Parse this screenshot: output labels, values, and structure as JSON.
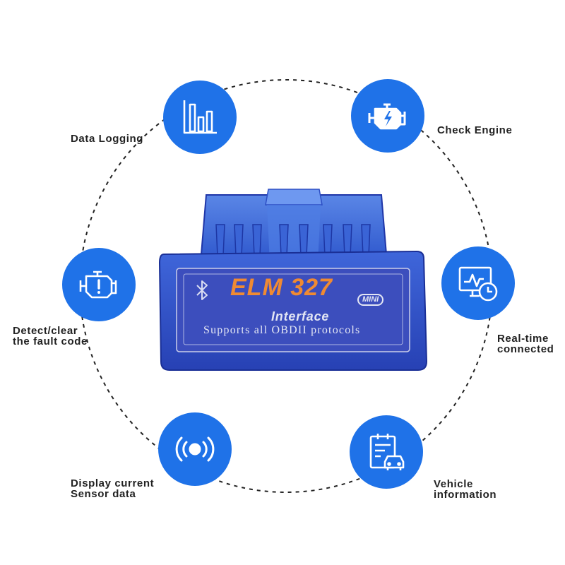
{
  "colors": {
    "icon_blue": "#1f72e8",
    "device_blue": "#2f4fcf",
    "device_dark": "#1f36a8",
    "label_plate": "#3c4ebd",
    "title_orange": "#f08a32",
    "text_light": "#e3e6f4",
    "ring": "#222222"
  },
  "device": {
    "brand": "ELM 327",
    "badge": "MINI",
    "subtitle": "Interface",
    "tagline": "Supports all OBDII protocols",
    "bluetooth_icon": "bluetooth-icon"
  },
  "features": [
    {
      "id": "data-logging",
      "icon": "bar-chart-icon",
      "lines": [
        "Data Logging"
      ]
    },
    {
      "id": "check-engine",
      "icon": "engine-lightning-icon",
      "lines": [
        "Check Engine"
      ]
    },
    {
      "id": "real-time",
      "icon": "monitor-clock-icon",
      "lines": [
        "Real-time",
        "connected"
      ]
    },
    {
      "id": "vehicle-info",
      "icon": "clipboard-car-icon",
      "lines": [
        "Vehicle",
        "information"
      ]
    },
    {
      "id": "sensor-data",
      "icon": "sensor-signal-icon",
      "lines": [
        "Display current",
        "Sensor data"
      ]
    },
    {
      "id": "fault-code",
      "icon": "engine-warning-icon",
      "lines": [
        "Detect/clear",
        "the fault code"
      ]
    }
  ]
}
